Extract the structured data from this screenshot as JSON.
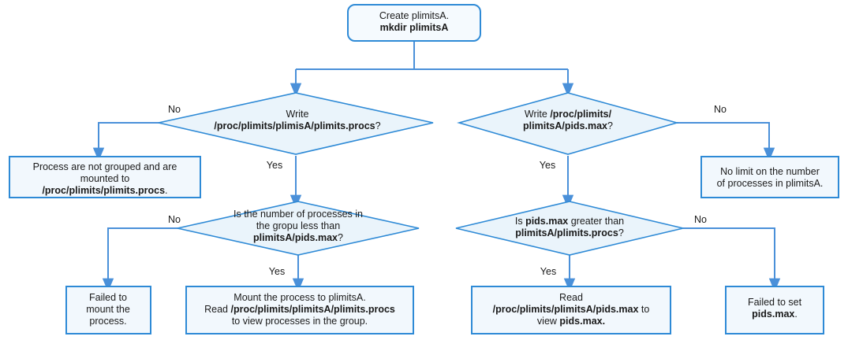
{
  "diagram": {
    "title": "plimits flowchart",
    "colors": {
      "node_border": "#2e8ad6",
      "node_fill": "#f2f8fd",
      "diamond_fill": "#eaf4fb",
      "connector": "#4a90d9",
      "text": "#1a1a1a",
      "background": "#ffffff"
    },
    "nodes": {
      "start": {
        "shape": "rounded-rect",
        "lines": [
          {
            "runs": [
              {
                "t": "Create plimitsA.",
                "b": false
              }
            ]
          },
          {
            "runs": [
              {
                "t": "mkdir plimitsA",
                "b": true
              }
            ]
          }
        ]
      },
      "decide_write_procs": {
        "shape": "diamond",
        "lines": [
          {
            "runs": [
              {
                "t": "Write",
                "b": false
              }
            ]
          },
          {
            "runs": [
              {
                "t": "/proc/plimits/plimisA/plimits.procs",
                "b": true
              },
              {
                "t": "?",
                "b": false
              }
            ]
          }
        ]
      },
      "decide_write_pidsmax": {
        "shape": "diamond",
        "lines": [
          {
            "runs": [
              {
                "t": "Write ",
                "b": false
              },
              {
                "t": "/proc/plimits/",
                "b": true
              }
            ]
          },
          {
            "runs": [
              {
                "t": "plimitsA/pids.max",
                "b": true
              },
              {
                "t": "?",
                "b": false
              }
            ]
          }
        ]
      },
      "not_grouped": {
        "shape": "rect",
        "lines": [
          {
            "runs": [
              {
                "t": "Process are not grouped and are",
                "b": false
              }
            ]
          },
          {
            "runs": [
              {
                "t": "mounted to",
                "b": false
              }
            ]
          },
          {
            "runs": [
              {
                "t": "/proc/plimits/plimits.procs",
                "b": true
              },
              {
                "t": ".",
                "b": false
              }
            ]
          }
        ]
      },
      "no_limit": {
        "shape": "rect",
        "lines": [
          {
            "runs": [
              {
                "t": "No limit on the number",
                "b": false
              }
            ]
          },
          {
            "runs": [
              {
                "t": "of processes in plimitsA.",
                "b": false
              }
            ]
          }
        ]
      },
      "decide_count_less": {
        "shape": "diamond",
        "lines": [
          {
            "runs": [
              {
                "t": "Is the number of processes in",
                "b": false
              }
            ]
          },
          {
            "runs": [
              {
                "t": "the gropu less than",
                "b": false
              }
            ]
          },
          {
            "runs": [
              {
                "t": "plimitsA/pids.max",
                "b": true
              },
              {
                "t": "?",
                "b": false
              }
            ]
          }
        ]
      },
      "decide_pidsmax_greater": {
        "shape": "diamond",
        "lines": [
          {
            "runs": [
              {
                "t": "Is ",
                "b": false
              },
              {
                "t": "pids.max",
                "b": true
              },
              {
                "t": " greater than",
                "b": false
              }
            ]
          },
          {
            "runs": [
              {
                "t": "plimitsA/plimits.procs",
                "b": true
              },
              {
                "t": "?",
                "b": false
              }
            ]
          }
        ]
      },
      "failed_mount": {
        "shape": "rect",
        "lines": [
          {
            "runs": [
              {
                "t": "Failed to",
                "b": false
              }
            ]
          },
          {
            "runs": [
              {
                "t": "mount the",
                "b": false
              }
            ]
          },
          {
            "runs": [
              {
                "t": "process.",
                "b": false
              }
            ]
          }
        ]
      },
      "mount_ok": {
        "shape": "rect",
        "lines": [
          {
            "runs": [
              {
                "t": "Mount the process to plimitsA.",
                "b": false
              }
            ]
          },
          {
            "runs": [
              {
                "t": "Read ",
                "b": false
              },
              {
                "t": "/proc/plimits/plimitsA/plimits.procs",
                "b": true
              }
            ]
          },
          {
            "runs": [
              {
                "t": "to view processes in the group.",
                "b": false
              }
            ]
          }
        ]
      },
      "read_pidsmax": {
        "shape": "rect",
        "lines": [
          {
            "runs": [
              {
                "t": "Read",
                "b": false
              }
            ]
          },
          {
            "runs": [
              {
                "t": "/proc/plimits/plimitsA/pids.max",
                "b": true
              },
              {
                "t": " to",
                "b": false
              }
            ]
          },
          {
            "runs": [
              {
                "t": "view ",
                "b": false
              },
              {
                "t": "pids.max.",
                "b": true
              }
            ]
          }
        ]
      },
      "failed_set": {
        "shape": "rect",
        "lines": [
          {
            "runs": [
              {
                "t": "Failed to set",
                "b": false
              }
            ]
          },
          {
            "runs": [
              {
                "t": "pids.max",
                "b": true
              },
              {
                "t": ".",
                "b": false
              }
            ]
          }
        ]
      }
    },
    "edge_labels": {
      "write_procs_no": "No",
      "write_procs_yes": "Yes",
      "write_pidsmax_no": "No",
      "write_pidsmax_yes": "Yes",
      "count_less_no": "No",
      "count_less_yes": "Yes",
      "pidsmax_greater_no": "No",
      "pidsmax_greater_yes": "Yes"
    }
  }
}
